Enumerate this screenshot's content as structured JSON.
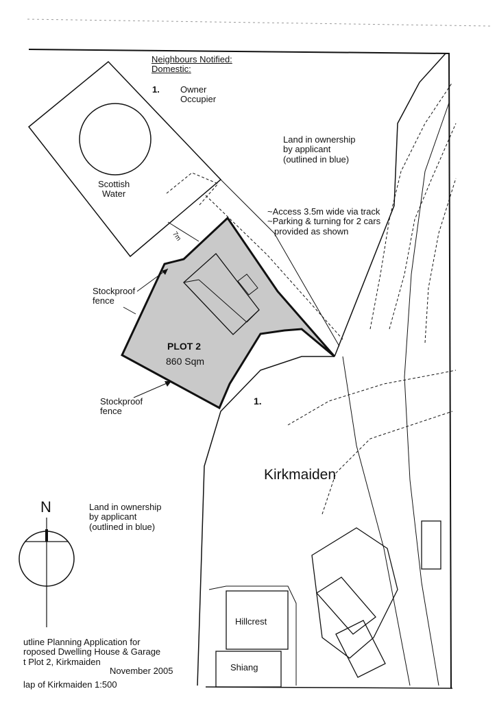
{
  "neighbours": {
    "heading": "Neighbours Notified:",
    "subheading": "Domestic:",
    "item_number": "1.",
    "item_text": [
      "Owner",
      "Occupier"
    ]
  },
  "labels": {
    "scottish_water": [
      "Scottish",
      "Water"
    ],
    "land_top": [
      "Land in ownership",
      "by applicant",
      "(outlined in blue)"
    ],
    "access_notes": [
      "~Access 3.5m wide via track",
      "~Parking & turning for 2 cars",
      "provided as shown"
    ],
    "setback": "7m",
    "stockproof_upper": [
      "Stockproof",
      "fence"
    ],
    "stockproof_lower": [
      "Stockproof",
      "fence"
    ],
    "plot_title": "PLOT 2",
    "plot_area": "860 Sqm",
    "neighbour_marker": "1.",
    "place_name": "Kirkmaiden",
    "land_bottom": [
      "Land in ownership",
      "by applicant",
      "(outlined in blue)"
    ],
    "north": "N",
    "hillcrest": "Hillcrest",
    "shiang": "Shiang"
  },
  "title_block": {
    "lines": [
      "utline Planning Application for",
      "roposed Dwelling House & Garage",
      "t Plot 2, Kirkmaiden"
    ],
    "date": "November 2005",
    "map_ref": "lap of Kirkmaiden 1:500"
  },
  "colors": {
    "plot_fill": "#c9c9c9",
    "ink": "#111111"
  }
}
